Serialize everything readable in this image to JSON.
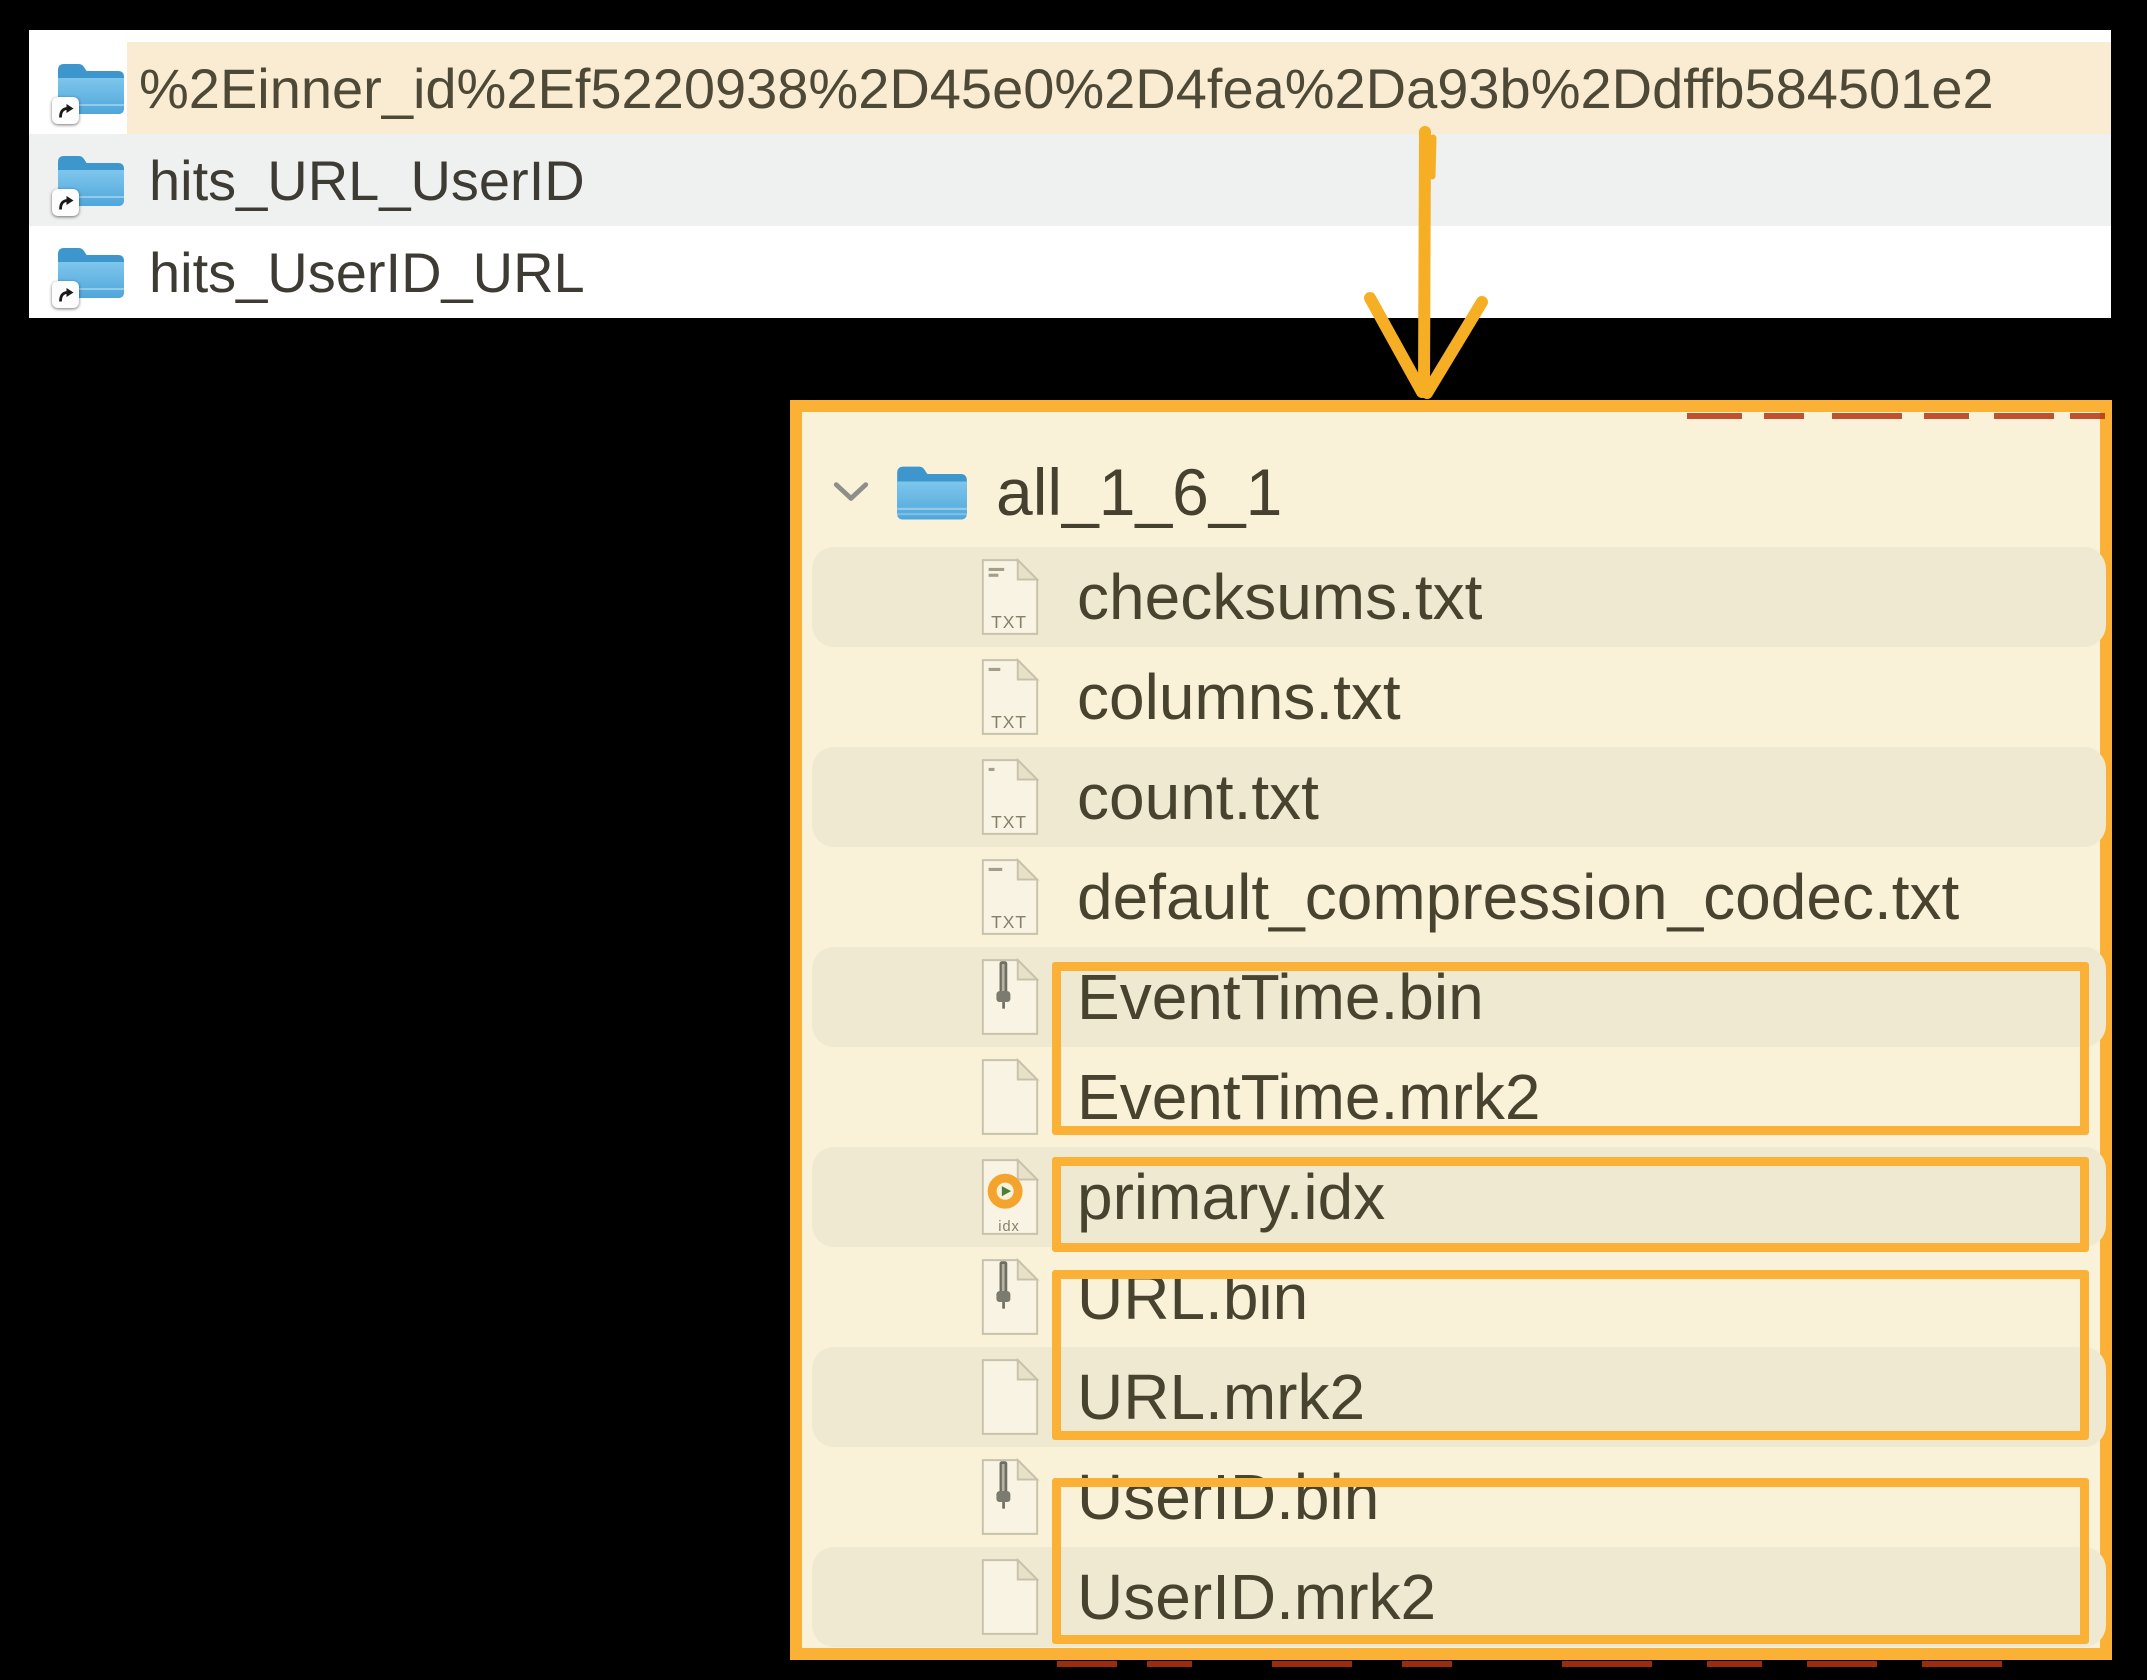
{
  "top_list": {
    "items": [
      {
        "name": "%2Einner_id%2Ef5220938%2D45e0%2D4fea%2Da93b%2Ddffb584501e2",
        "highlighted": true
      },
      {
        "name": "hits_URL_UserID",
        "highlighted": false
      },
      {
        "name": "hits_UserID_URL",
        "highlighted": false
      }
    ]
  },
  "tree": {
    "root": "all_1_6_1",
    "expanded": true,
    "files": [
      "checksums.txt",
      "columns.txt",
      "count.txt",
      "default_compression_codec.txt",
      "EventTime.bin",
      "EventTime.mrk2",
      "primary.idx",
      "URL.bin",
      "URL.mrk2",
      "UserID.bin",
      "UserID.mrk2"
    ]
  },
  "icons": {
    "folder_alias": "blue folder with alias arrow badge",
    "folder": "blue folder",
    "chevron": "disclosure chevron down",
    "txt_file": "document page with TXT label",
    "bin_file": "document page with zipper",
    "mrk2_file": "blank document page",
    "idx_file": "document page with orange media disc and idx label"
  },
  "annotations": {
    "arrow": "orange hand-drawn arrow from highlighted folder row down to tree panel",
    "boxed_groups": [
      [
        "EventTime.bin",
        "EventTime.mrk2"
      ],
      [
        "primary.idx"
      ],
      [
        "URL.bin",
        "URL.mrk2"
      ],
      [
        "UserID.bin",
        "UserID.mrk2"
      ]
    ]
  },
  "colors": {
    "annotation_orange": "#fbb136",
    "arrow_orange": "#f6af25",
    "row_highlight": "#faecd2",
    "top_stripe_gray": "#eff1f0",
    "panel_bg": "#faf1d9",
    "panel_stripe": "#efe9d1",
    "text_dark": "#46412e",
    "red_dash": "#b63410"
  }
}
